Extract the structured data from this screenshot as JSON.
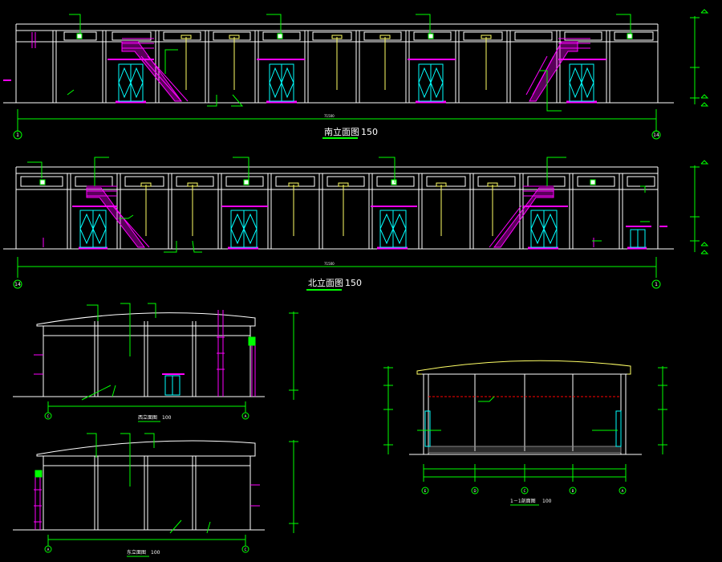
{
  "drawings": {
    "south": {
      "title": "南立面图",
      "scale": "150",
      "axis_left": "1",
      "axis_right": "14",
      "total_dim": "71500"
    },
    "north": {
      "title": "北立面图",
      "scale": "150",
      "axis_left": "14",
      "axis_right": "1",
      "total_dim": "71500"
    },
    "west": {
      "title": "西立面图",
      "scale": "100",
      "axis_left": "C",
      "axis_right": "A"
    },
    "east": {
      "title": "东立面图",
      "scale": "100",
      "axis_left": "A",
      "axis_right": "C"
    },
    "section": {
      "title": "1－1剖面图",
      "scale": "100",
      "axes": [
        "E",
        "D",
        "C",
        "B",
        "A"
      ]
    }
  },
  "colors": {
    "background": "#000000",
    "line_white": "#ffffff",
    "dim_green": "#00ff00",
    "stair_magenta": "#ff00ff",
    "door_cyan": "#00ffff",
    "pipe_yellow": "#ffff66",
    "gutter_red": "#ff0000",
    "gray": "#888888"
  }
}
